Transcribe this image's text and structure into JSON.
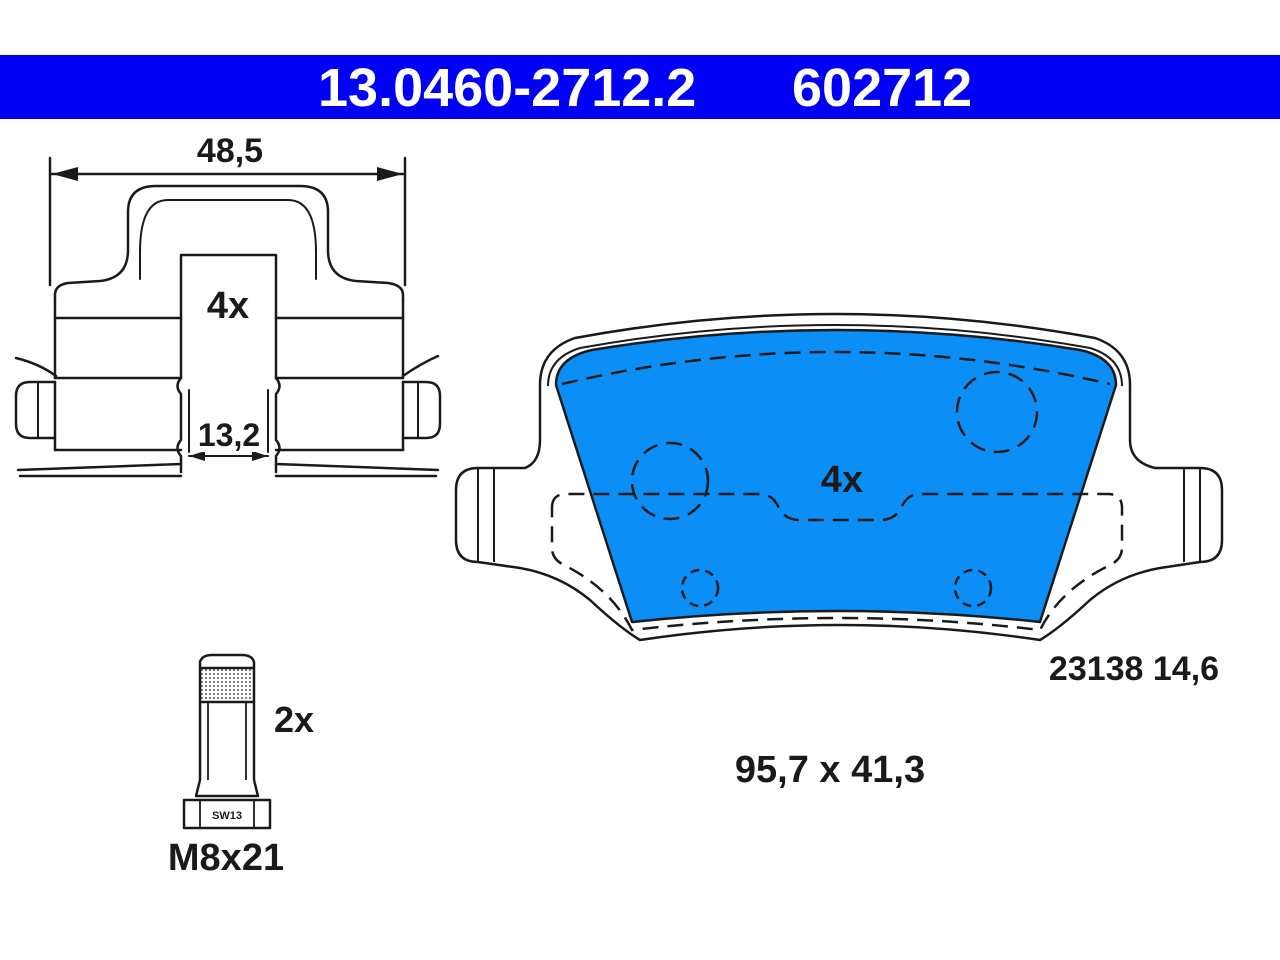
{
  "header": {
    "part_number": "13.0460-2712.2",
    "ref_number": "602712",
    "background_color": "#0000f5",
    "text_color": "#ffffff"
  },
  "clip": {
    "width_dim": "48,5",
    "quantity": "4x",
    "gap_dim": "13,2"
  },
  "bolt": {
    "quantity": "2x",
    "wrench_label": "SW13",
    "thread_label": "M8x21"
  },
  "pad": {
    "quantity": "4x",
    "code_thickness": "23138 14,6",
    "dimensions": "95,7 x 41,3",
    "friction_color": "#0b8ff7"
  }
}
